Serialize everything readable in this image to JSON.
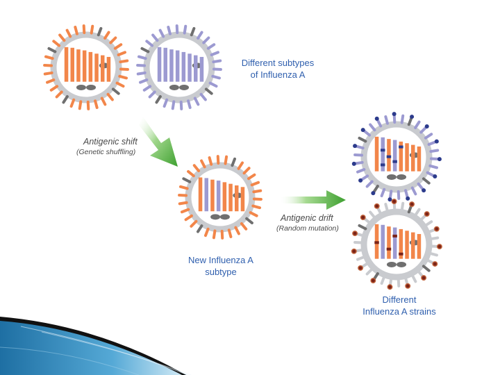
{
  "labels": {
    "different_subtypes": [
      "Different subtypes",
      "of Influenza A"
    ],
    "antigenic_shift": "Antigenic shift",
    "genetic_shuffling": "(Genetic shuffling)",
    "new_subtype": [
      "New Influenza A",
      "subtype"
    ],
    "antigenic_drift": "Antigenic drift",
    "random_mutation": "(Random mutation)",
    "different_strains": [
      "Different",
      "Influenza A strains"
    ]
  },
  "colors": {
    "orange": "#f2864a",
    "purple": "#9c9ad1",
    "membrane": "#c9cbcf",
    "spike_gray": "#6f6f6f",
    "navy": "#2c3b8c",
    "dark_red": "#7a2318",
    "label_blue": "#2f5fae",
    "arrow_green": "#4bb03c",
    "corner_blue": "#3a8fc0"
  }
}
